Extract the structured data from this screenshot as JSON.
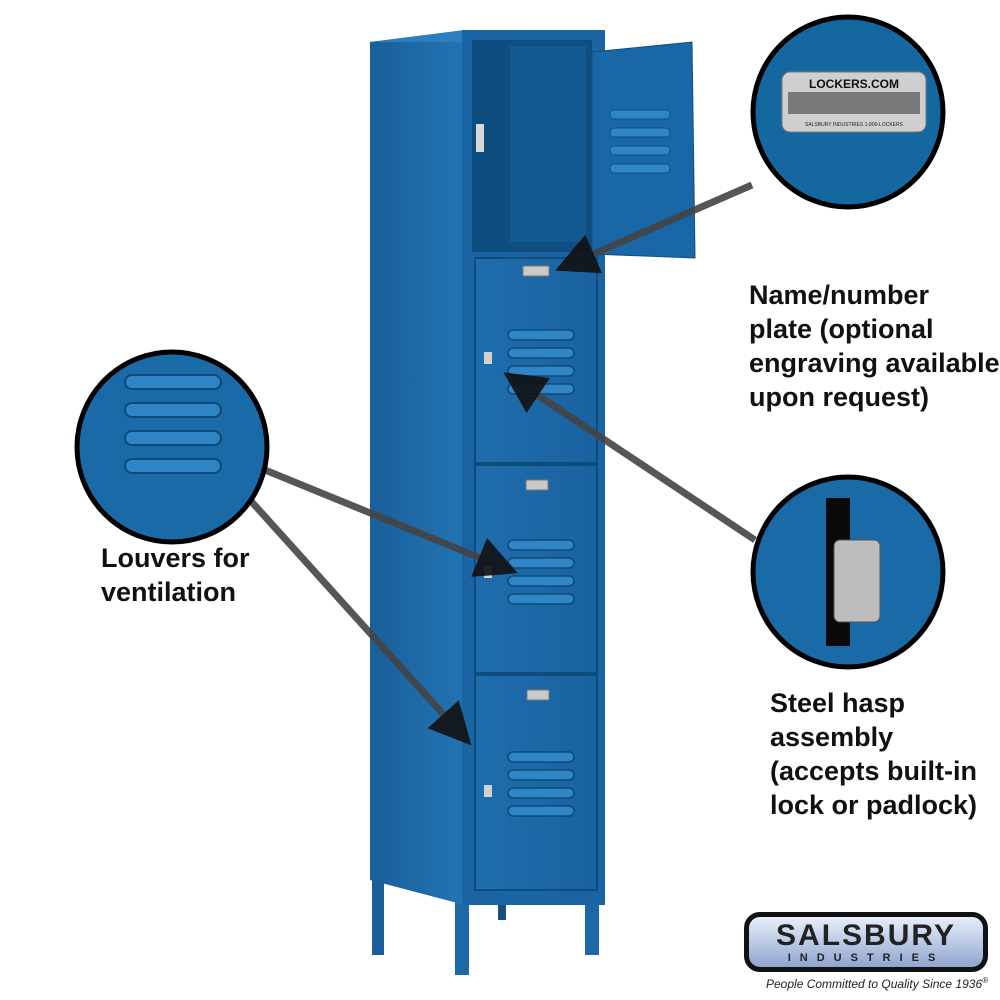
{
  "callouts": {
    "name_plate": {
      "lines": [
        "Name/number",
        "plate (optional",
        "engraving available",
        "upon request)"
      ],
      "plate_text": "LOCKERS.COM",
      "plate_subtext": "SALSBURY INDUSTRIES   1-800-LOCKERS"
    },
    "louvers": {
      "lines": [
        "Louvers for",
        "ventilation"
      ]
    },
    "hasp": {
      "lines": [
        "Steel hasp",
        "assembly",
        "(accepts built-in",
        "lock or padlock)"
      ]
    }
  },
  "logo": {
    "brand": "SALSBURY",
    "sub": "INDUSTRIES",
    "tagline": "People Committed to Quality Since 1936",
    "registered": "®"
  },
  "colors": {
    "locker_blue": "#1d6aa8",
    "locker_dark": "#0f4f80",
    "arrow": "#4a4a4a"
  }
}
